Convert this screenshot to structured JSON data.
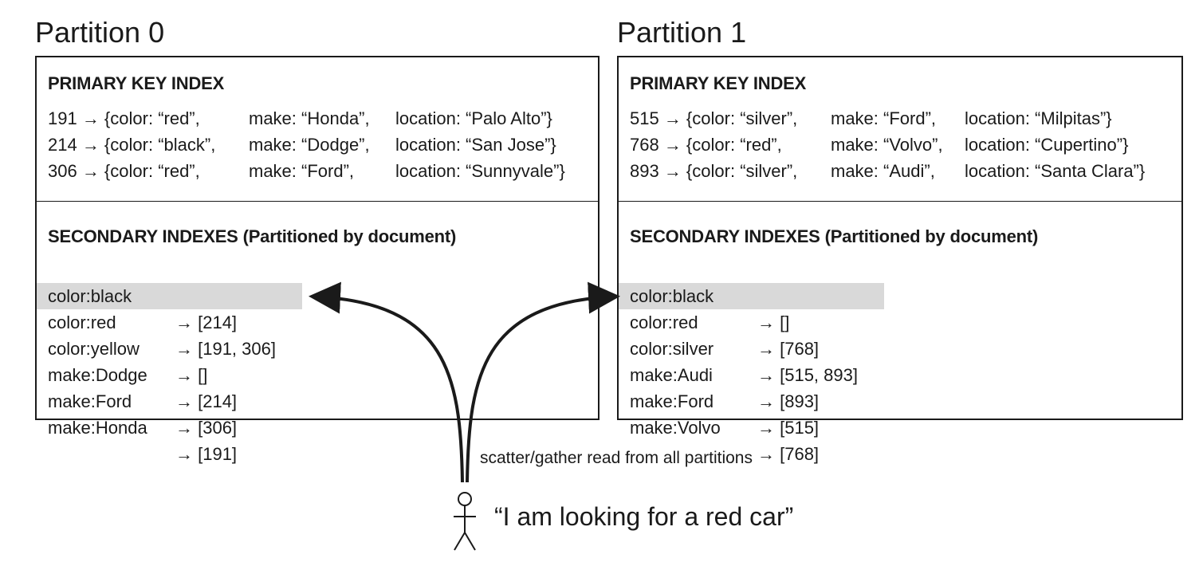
{
  "partitions": [
    {
      "title": "Partition 0",
      "primary_heading": "PRIMARY KEY INDEX",
      "primary_rows": [
        {
          "id": "191 → {color: “red”,",
          "make": "make: “Honda”,",
          "location": "location: “Palo Alto”}"
        },
        {
          "id": "214 → {color: “black”,",
          "make": "make: “Dodge”,",
          "location": "location: “San Jose”}"
        },
        {
          "id": "306 → {color: “red”,",
          "make": "make: “Ford”,",
          "location": "location: “Sunnyvale”}"
        }
      ],
      "secondary_heading": "SECONDARY INDEXES (Partitioned by document)",
      "secondary_rows": [
        {
          "key": "color:black",
          "value": "→ [214]",
          "highlighted": false
        },
        {
          "key": "color:red",
          "value": "→ [191, 306]",
          "highlighted": true
        },
        {
          "key": "color:yellow",
          "value": "→ []",
          "highlighted": false
        },
        {
          "key": "make:Dodge",
          "value": "→ [214]",
          "highlighted": false
        },
        {
          "key": "make:Ford",
          "value": "→ [306]",
          "highlighted": false
        },
        {
          "key": "make:Honda",
          "value": "→ [191]",
          "highlighted": false
        }
      ]
    },
    {
      "title": "Partition 1",
      "primary_heading": "PRIMARY KEY INDEX",
      "primary_rows": [
        {
          "id": "515 → {color: “silver”,",
          "make": "make: “Ford”,",
          "location": "location: “Milpitas”}"
        },
        {
          "id": "768 → {color: “red”,",
          "make": "make: “Volvo”,",
          "location": "location: “Cupertino”}"
        },
        {
          "id": "893 → {color: “silver”,",
          "make": "make: “Audi”,",
          "location": "location: “Santa Clara”}"
        }
      ],
      "secondary_heading": "SECONDARY INDEXES (Partitioned by document)",
      "secondary_rows": [
        {
          "key": "color:black",
          "value": "→ []",
          "highlighted": false
        },
        {
          "key": "color:red",
          "value": "→ [768]",
          "highlighted": true
        },
        {
          "key": "color:silver",
          "value": "→ [515, 893]",
          "highlighted": false
        },
        {
          "key": "make:Audi",
          "value": "→ [893]",
          "highlighted": false
        },
        {
          "key": "make:Ford",
          "value": "→ [515]",
          "highlighted": false
        },
        {
          "key": "make:Volvo",
          "value": "→ [768]",
          "highlighted": false
        }
      ]
    }
  ],
  "caption": "scatter/gather read from all partitions",
  "user_quote": "“I am looking for a red car”",
  "colors": {
    "highlight": "#d9d9d9",
    "ink": "#1a1a1a"
  },
  "icons": {
    "user": "stick-figure-icon"
  }
}
